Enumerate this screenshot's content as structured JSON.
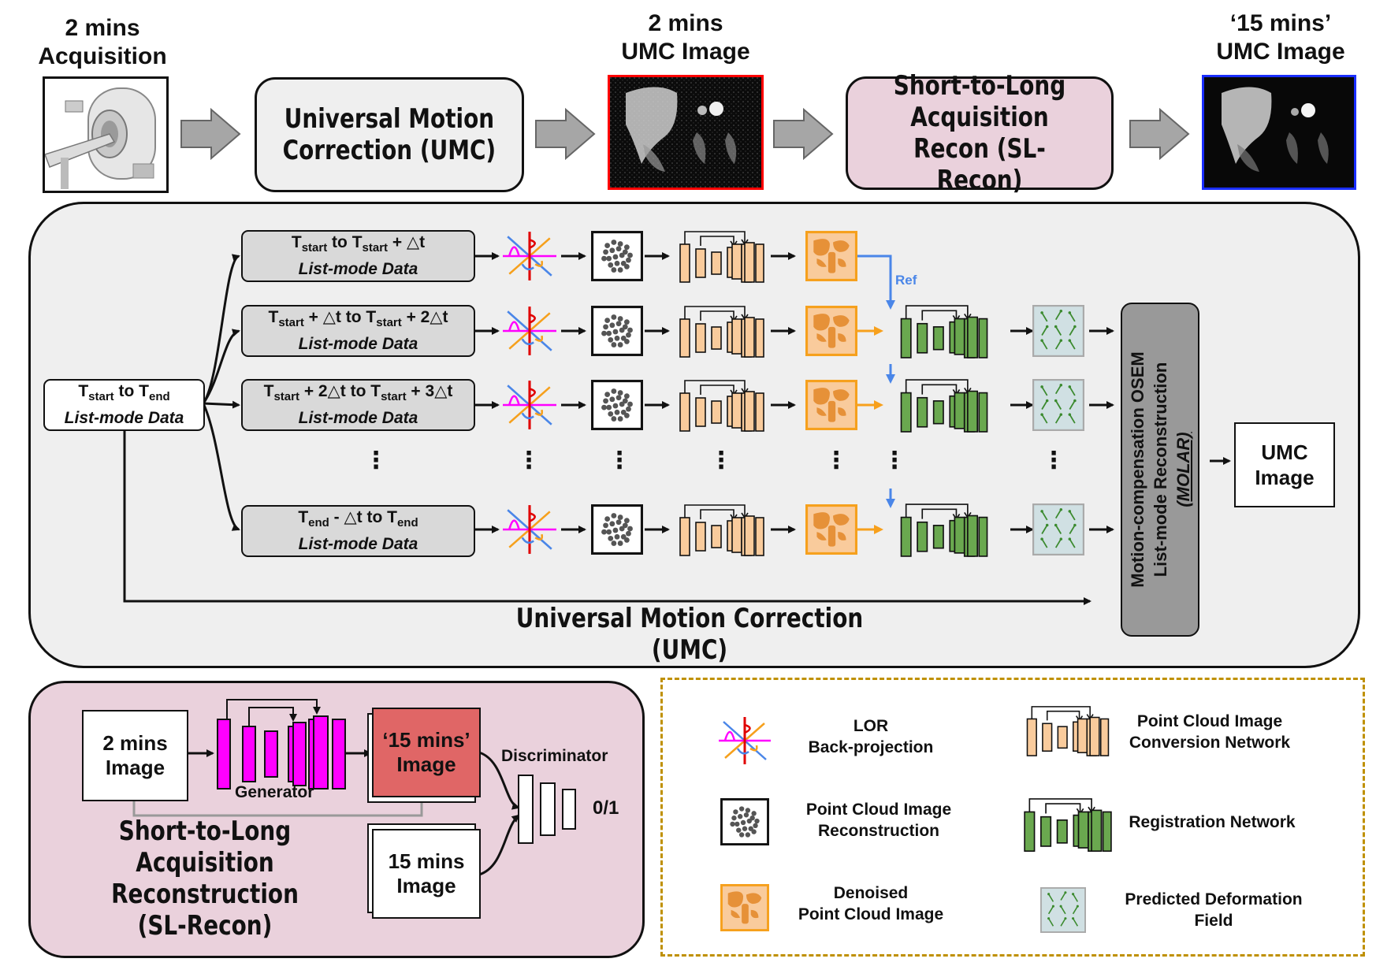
{
  "top": {
    "acq_label": [
      "2 mins",
      "Acquisition"
    ],
    "umc_box": [
      "Universal Motion",
      "Correction (UMC)"
    ],
    "umc_img_label": [
      "2 mins",
      "UMC Image"
    ],
    "slrecon_box": [
      "Short-to-Long",
      "Acquisition",
      "Recon (SL-Recon)"
    ],
    "final_img_label": [
      "‘15 mins’",
      "UMC Image"
    ]
  },
  "umc_panel": {
    "title": "Universal Motion Correction (UMC)",
    "source_box": {
      "line1": "T",
      "sub1": "start",
      "mid": " to T",
      "sub2": "end",
      "line2": "List-mode Data"
    },
    "rows": [
      {
        "pre": "T",
        "s1": "start",
        "m1": " to T",
        "s2": "start",
        "m2": " + △t",
        "s3": "",
        "tail": "",
        "sub": "List-mode Data"
      },
      {
        "pre": "T",
        "s1": "start",
        "m1": " + △t to T",
        "s2": "start",
        "m2": " + 2△t",
        "s3": "",
        "tail": "",
        "sub": "List-mode Data"
      },
      {
        "pre": "T",
        "s1": "start",
        "m1": " + 2△t to T",
        "s2": "start",
        "m2": " + 3△t",
        "s3": "",
        "tail": "",
        "sub": "List-mode Data"
      },
      {
        "pre": "T",
        "s1": "end",
        "m1": " - △t to T",
        "s2": "end",
        "m2": "",
        "s3": "",
        "tail": "",
        "sub": "List-mode Data"
      }
    ],
    "ref_label": "Ref",
    "ellipsis": "⋮",
    "molar_box": [
      "Motion-compensation OSEM",
      "List-mode Reconstruction",
      "(MOLAR)"
    ],
    "output_box": [
      "UMC",
      "Image"
    ]
  },
  "slrecon_panel": {
    "title": [
      "Short-to-Long Acquisition",
      "Reconstruction",
      "(SL-Recon)"
    ],
    "input_box": [
      "2 mins",
      "Image"
    ],
    "generator_label": "Generator",
    "fake_box": [
      "‘15 mins’",
      "Image"
    ],
    "real_box": [
      "15 mins",
      "Image"
    ],
    "discriminator_label": "Discriminator",
    "output_label": "0/1"
  },
  "legend": {
    "items": [
      {
        "icon": "lor-backprojection-icon",
        "label": [
          "LOR",
          "Back-projection"
        ]
      },
      {
        "icon": "point-cloud-network-icon",
        "label": [
          "Point Cloud Image",
          "Conversion Network"
        ]
      },
      {
        "icon": "point-cloud-recon-icon",
        "label": [
          "Point Cloud Image",
          "Reconstruction"
        ]
      },
      {
        "icon": "registration-network-icon",
        "label": [
          "Registration Network"
        ]
      },
      {
        "icon": "denoised-point-cloud-icon",
        "label": [
          "Denoised",
          "Point Cloud Image"
        ]
      },
      {
        "icon": "deformation-field-icon",
        "label": [
          "Predicted Deformation",
          "Field"
        ]
      }
    ]
  },
  "colors": {
    "panel_bg": "#efefef",
    "pink_bg": "#ead1dc",
    "listmode_bg": "#d9d9d9",
    "molar_bg": "#999999",
    "peach": "#f9cb9c",
    "orange": "#f6b26b",
    "orange_arrow": "#f7a01c",
    "green": "#6aa84f",
    "blue_arrow": "#4a86e8",
    "magenta": "#ff00ff",
    "fake_red": "#e06666",
    "legend_border": "#bf9000",
    "red_frame": "#ff0000",
    "blue_frame": "#0000ff"
  }
}
